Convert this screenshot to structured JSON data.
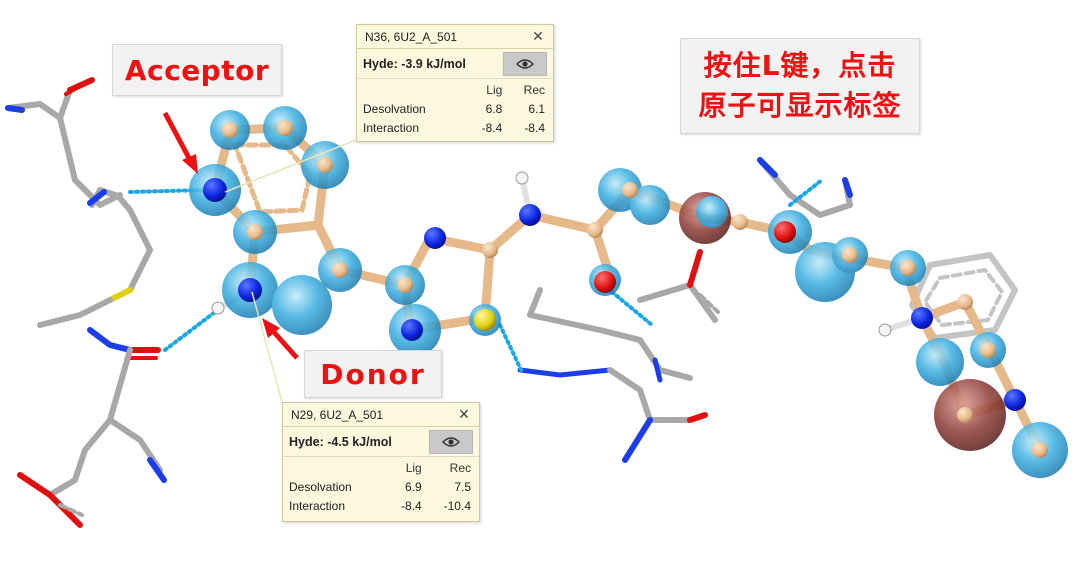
{
  "callouts": {
    "acceptor": "Acceptor",
    "donor": "Donor",
    "hint_line1": "按住L键，点击",
    "hint_line2": "原子可显示标签"
  },
  "panels": {
    "n36": {
      "title": "N36, 6U2_A_501",
      "close_icon": "close-icon",
      "hyde": "Hyde: -3.9 kJ/mol",
      "eye_icon": "eye-icon",
      "col_lig": "Lig",
      "col_rec": "Rec",
      "rows": [
        {
          "label": "Desolvation",
          "lig": "6.8",
          "rec": "6.1"
        },
        {
          "label": "Interaction",
          "lig": "-8.4",
          "rec": "-8.4"
        }
      ]
    },
    "n29": {
      "title": "N29, 6U2_A_501",
      "close_icon": "close-icon",
      "hyde": "Hyde: -4.5 kJ/mol",
      "eye_icon": "eye-icon",
      "col_lig": "Lig",
      "col_rec": "Rec",
      "rows": [
        {
          "label": "Desolvation",
          "lig": "6.9",
          "rec": "7.5"
        },
        {
          "label": "Interaction",
          "lig": "-8.4",
          "rec": "-10.4"
        }
      ]
    }
  },
  "colors": {
    "callout_text": "#ee1111",
    "panel_bg": "#fbf8de",
    "carbon_ligand": "#e6b98a",
    "carbon_receptor": "#a8a8a8",
    "nitrogen": "#0a23e0",
    "oxygen": "#e01010",
    "sulfur": "#e0d010",
    "hydrogen": "#ffffff",
    "hyde_favorable": "#2aa6d8",
    "hyde_unfavorable": "#8e3b35",
    "hbond": "#1aa7e8"
  }
}
